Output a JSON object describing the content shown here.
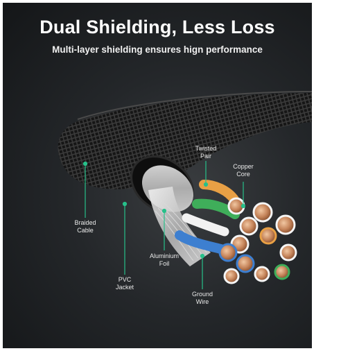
{
  "header": {
    "title": "Dual Shielding, Less Loss",
    "subtitle": "Multi-layer shielding ensures hign performance"
  },
  "labels": {
    "twisted_pair": [
      "Twisted",
      "Pair"
    ],
    "copper_core": [
      "Copper",
      "Core"
    ],
    "braided_cable": [
      "Braided",
      "Cable"
    ],
    "aluminium_foil": [
      "Aluminium",
      "Foil"
    ],
    "pvc_jacket": [
      "PVC",
      "Jacket"
    ],
    "ground_wire": [
      "Ground",
      "Wire"
    ]
  },
  "colors": {
    "accent": "#27c08a",
    "background": "#1f2225",
    "copper": "#c98a5e",
    "wire_orange": "#e8a045",
    "wire_green": "#3fae5a",
    "wire_blue": "#3d7fd0"
  }
}
